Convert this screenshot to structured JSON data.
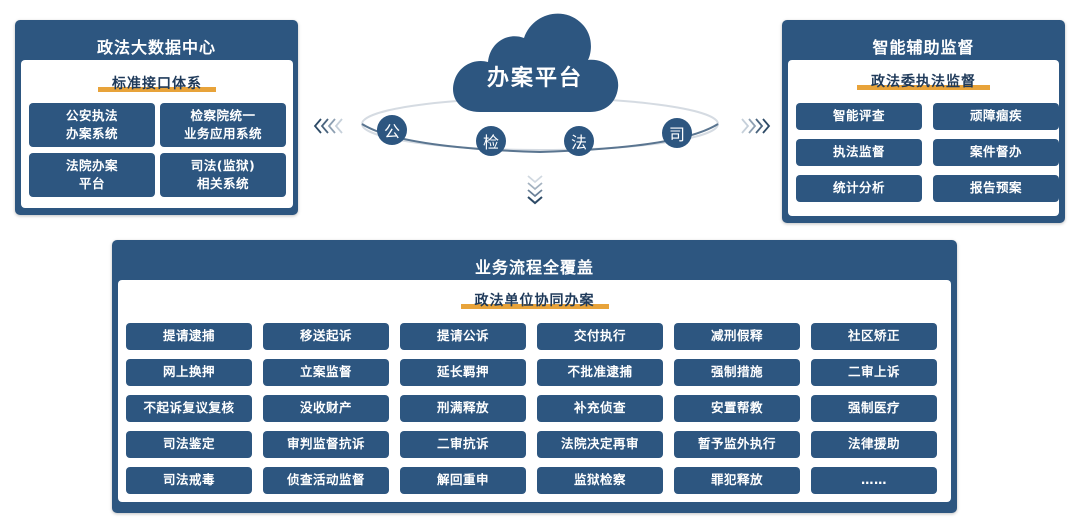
{
  "left_panel": {
    "title": "政法大数据中心",
    "subtitle": "标准接口体系",
    "tiles": [
      "公安执法\n办案系统",
      "检察院统一\n业务应用系统",
      "法院办案\n平台",
      "司法(监狱)\n相关系统"
    ]
  },
  "center": {
    "cloud_label": "办案平台",
    "nodes": [
      "公",
      "检",
      "法",
      "司"
    ],
    "left_arrow_icon": "chevrons-left-icon",
    "right_arrow_icon": "chevrons-right-icon",
    "down_arrow_icon": "chevrons-down-icon"
  },
  "right_panel": {
    "title": "智能辅助监督",
    "subtitle": "政法委执法监督",
    "tiles": [
      "智能评查",
      "顽障痼疾",
      "执法监督",
      "案件督办",
      "统计分析",
      "报告预案"
    ]
  },
  "bottom_panel": {
    "title": "业务流程全覆盖",
    "subtitle": "政法单位协同办案",
    "rows": [
      [
        "提请逮捕",
        "移送起诉",
        "提请公诉",
        "交付执行",
        "减刑假释",
        "社区矫正"
      ],
      [
        "网上换押",
        "立案监督",
        "延长羁押",
        "不批准逮捕",
        "强制措施",
        "二审上诉"
      ],
      [
        "不起诉复议复核",
        "没收财产",
        "刑满释放",
        "补充侦查",
        "安置帮教",
        "强制医疗"
      ],
      [
        "司法鉴定",
        "审判监督抗诉",
        "二审抗诉",
        "法院决定再审",
        "暂予监外执行",
        "法律援助"
      ],
      [
        "司法戒毒",
        "侦查活动监督",
        "解回重申",
        "监狱检察",
        "罪犯释放",
        "……"
      ]
    ]
  },
  "colors": {
    "primary": "#2d5680",
    "accent": "#e8a33a",
    "background": "#ffffff"
  }
}
